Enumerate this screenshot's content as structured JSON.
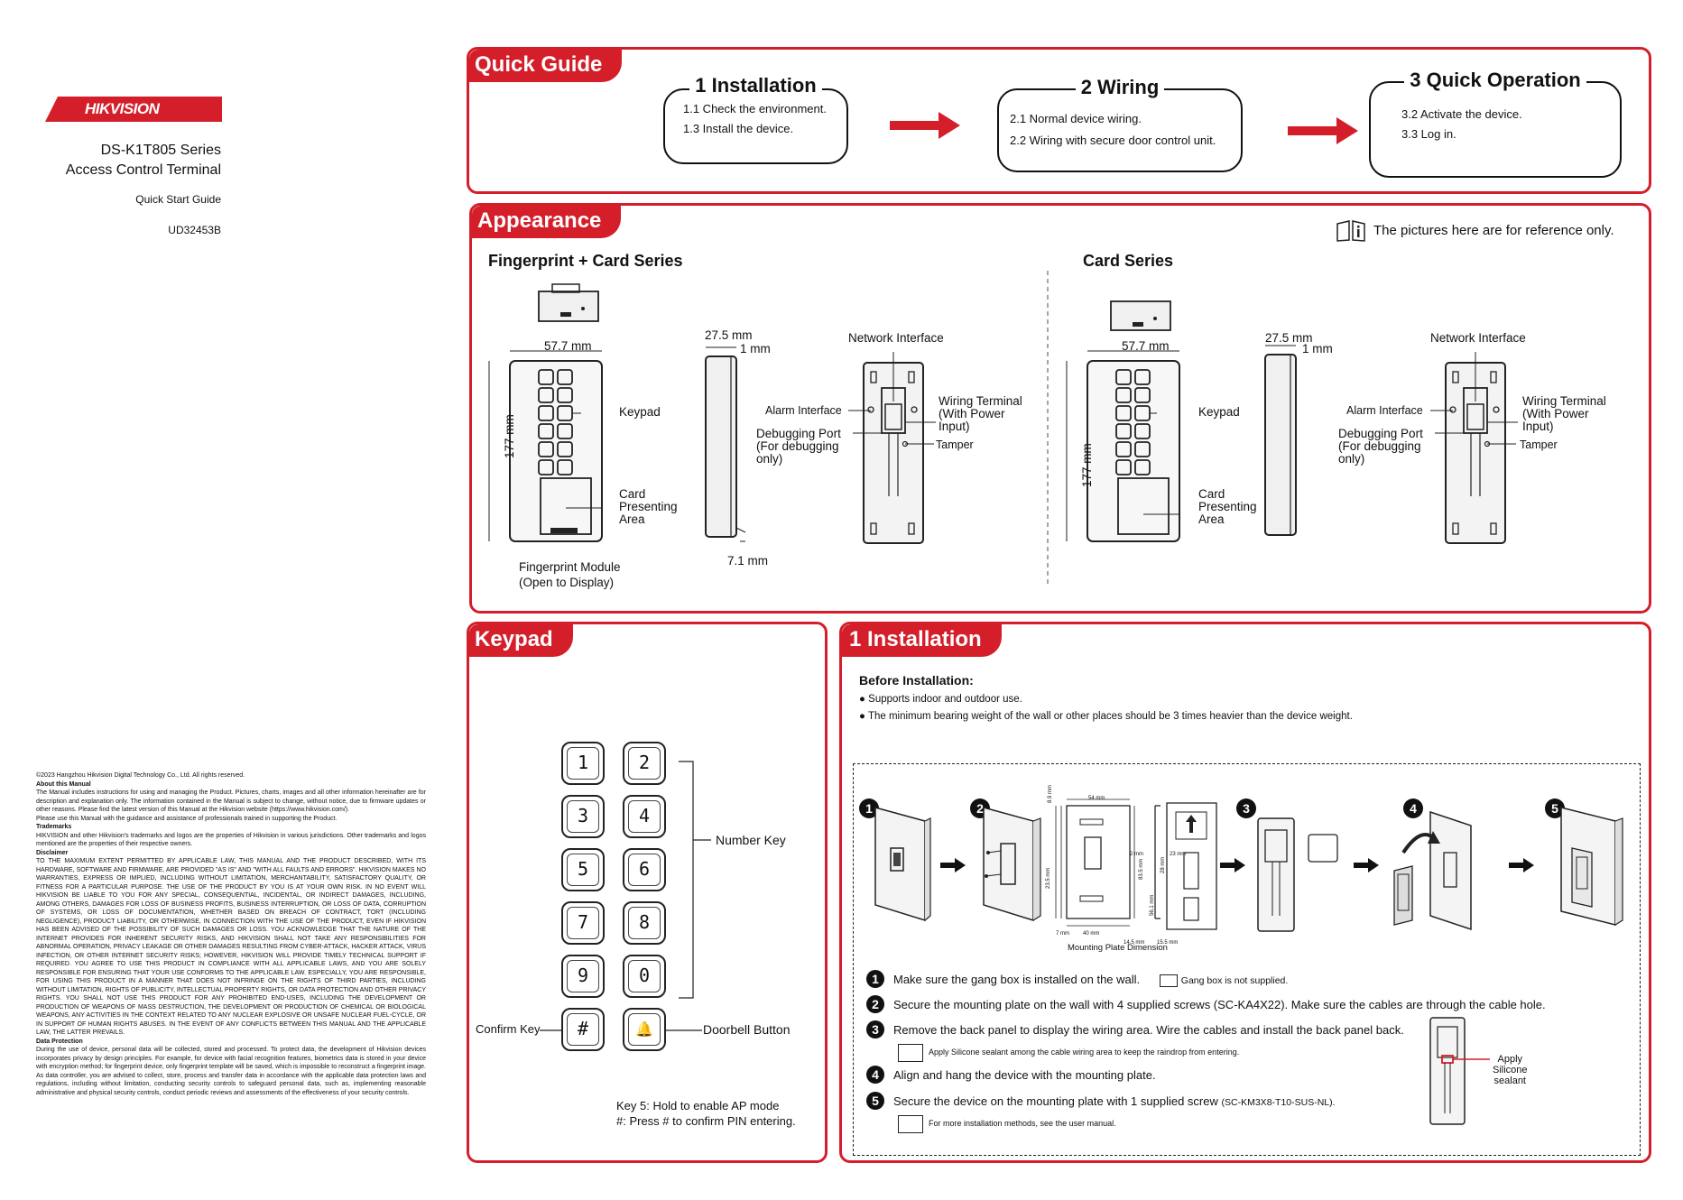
{
  "brand": {
    "logo": "HIKVISION",
    "series": "DS-K1T805 Series",
    "product": "Access Control Terminal",
    "guide": "Quick Start Guide",
    "doc_id": "UD32453B"
  },
  "legal": {
    "copyright": "©2023 Hangzhou Hikvision Digital Technology Co., Ltd. All rights reserved.",
    "about_title": "About this Manual",
    "about_text": "The Manual includes instructions for using and managing the Product. Pictures, charts, images and all other information hereinafter are for description and explanation only. The information contained in the Manual is subject to change, without notice, due to firmware updates or other reasons. Please find the latest version of this Manual at the Hikvision website (https://www.hikvision.com/).",
    "about_text2": "Please use this Manual with the guidance and assistance of professionals trained in supporting the Product.",
    "trademarks_title": "Trademarks",
    "trademarks_text": "HIKVISION and other Hikvision's trademarks and logos are the properties of Hikvision in various jurisdictions. Other trademarks and logos mentioned are the properties of their respective owners.",
    "disclaimer_title": "Disclaimer",
    "disclaimer_text": "TO THE MAXIMUM EXTENT PERMITTED BY APPLICABLE LAW, THIS MANUAL AND THE PRODUCT DESCRIBED, WITH ITS HARDWARE, SOFTWARE AND FIRMWARE, ARE PROVIDED \"AS IS\" AND \"WITH ALL FAULTS AND ERRORS\". HIKVISION MAKES NO WARRANTIES, EXPRESS OR IMPLIED, INCLUDING WITHOUT LIMITATION, MERCHANTABILITY, SATISFACTORY QUALITY, OR FITNESS FOR A PARTICULAR PURPOSE. THE USE OF THE PRODUCT BY YOU IS AT YOUR OWN RISK. IN NO EVENT WILL HIKVISION BE LIABLE TO YOU FOR ANY SPECIAL, CONSEQUENTIAL, INCIDENTAL, OR INDIRECT DAMAGES, INCLUDING, AMONG OTHERS, DAMAGES FOR LOSS OF BUSINESS PROFITS, BUSINESS INTERRUPTION, OR LOSS OF DATA, CORRUPTION OF SYSTEMS, OR LOSS OF DOCUMENTATION, WHETHER BASED ON BREACH OF CONTRACT, TORT (INCLUDING NEGLIGENCE), PRODUCT LIABILITY, OR OTHERWISE, IN CONNECTION WITH THE USE OF THE PRODUCT, EVEN IF HIKVISION HAS BEEN ADVISED OF THE POSSIBILITY OF SUCH DAMAGES OR LOSS. YOU ACKNOWLEDGE THAT THE NATURE OF THE INTERNET PROVIDES FOR INHERENT SECURITY RISKS, AND HIKVISION SHALL NOT TAKE ANY RESPONSIBILITIES FOR ABNORMAL OPERATION, PRIVACY LEAKAGE OR OTHER DAMAGES RESULTING FROM CYBER-ATTACK, HACKER ATTACK, VIRUS INFECTION, OR OTHER INTERNET SECURITY RISKS; HOWEVER, HIKVISION WILL PROVIDE TIMELY TECHNICAL SUPPORT IF REQUIRED. YOU AGREE TO USE THIS PRODUCT IN COMPLIANCE WITH ALL APPLICABLE LAWS, AND YOU ARE SOLELY RESPONSIBLE FOR ENSURING THAT YOUR USE CONFORMS TO THE APPLICABLE LAW. ESPECIALLY, YOU ARE RESPONSIBLE, FOR USING THIS PRODUCT IN A MANNER THAT DOES NOT INFRINGE ON THE RIGHTS OF THIRD PARTIES, INCLUDING WITHOUT LIMITATION, RIGHTS OF PUBLICITY, INTELLECTUAL PROPERTY RIGHTS, OR DATA PROTECTION AND OTHER PRIVACY RIGHTS. YOU SHALL NOT USE THIS PRODUCT FOR ANY PROHIBITED END-USES, INCLUDING THE DEVELOPMENT OR PRODUCTION OF WEAPONS OF MASS DESTRUCTION, THE DEVELOPMENT OR PRODUCTION OF CHEMICAL OR BIOLOGICAL WEAPONS, ANY ACTIVITIES IN THE CONTEXT RELATED TO ANY NUCLEAR EXPLOSIVE OR UNSAFE NUCLEAR FUEL-CYCLE, OR IN SUPPORT OF HUMAN RIGHTS ABUSES. IN THE EVENT OF ANY CONFLICTS BETWEEN THIS MANUAL AND THE APPLICABLE LAW, THE LATTER PREVAILS.",
    "data_title": "Data Protection",
    "data_text": "During the use of device, personal data will be collected, stored and processed. To protect data, the development of Hikvision devices incorporates privacy by design principles. For example, for device with facial recognition features, biometrics data is stored in your device with encryption method; for fingerprint device, only fingerprint template will be saved, which is impossible to reconstruct a fingerprint image. As data controller, you are advised to collect, store, process and transfer data in accordance with the applicable data protection laws and regulations, including without limitation, conducting security controls to safeguard personal data, such as, implementing reasonable administrative and physical security controls, conduct periodic reviews and assessments of the effectiveness of your security controls."
  },
  "quick_guide": {
    "tab": "Quick Guide",
    "steps": [
      {
        "title": "1 Installation",
        "items": [
          "1.1 Check the environment.",
          "1.3 Install the device."
        ]
      },
      {
        "title": "2 Wiring",
        "items": [
          "2.1 Normal device wiring.",
          "2.2 Wiring with secure door control unit."
        ]
      },
      {
        "title": "3 Quick Operation",
        "items": [
          "3.2 Activate the device.",
          "3.3 Log in."
        ]
      }
    ]
  },
  "appearance": {
    "tab": "Appearance",
    "note": "The pictures here are for reference only.",
    "left": {
      "title": "Fingerprint + Card Series",
      "width": "57.7 mm",
      "height": "177 mm",
      "depth": "27.5 mm",
      "d1": "1 mm",
      "d2": "7.1 mm",
      "keypad": "Keypad",
      "card": "Card\nPresenting\nArea",
      "fp": "Fingerprint Module\n(Open to Display)",
      "net": "Network Interface",
      "alarm": "Alarm Interface",
      "debug": "Debugging Port\n(For debugging\nonly)",
      "wiring": "Wiring Terminal\n(With Power\nInput)",
      "tamper": "Tamper"
    },
    "right": {
      "title": "Card Series",
      "width": "57.7 mm",
      "height": "177 mm",
      "depth": "27.5 mm",
      "d1": "1 mm",
      "keypad": "Keypad",
      "card": "Card\nPresenting\nArea",
      "net": "Network Interface",
      "alarm": "Alarm Interface",
      "debug": "Debugging Port\n(For debugging\nonly)",
      "wiring": "Wiring Terminal\n(With Power\nInput)",
      "tamper": "Tamper"
    }
  },
  "keypad": {
    "tab": "Keypad",
    "keys": [
      "1",
      "2",
      "3",
      "4",
      "5",
      "6",
      "7",
      "8",
      "9",
      "0",
      "#",
      "🔔"
    ],
    "number_key": "Number Key",
    "confirm_key": "Confirm Key",
    "doorbell": "Doorbell Button",
    "note1": "Key 5: Hold to enable AP mode",
    "note2": "#: Press # to confirm PIN entering."
  },
  "installation": {
    "tab": "1 Installation",
    "before": "Before Installation:",
    "bullets": [
      "Supports indoor and outdoor use.",
      "The minimum bearing weight of the wall or other places should be 3 times heavier than the device weight."
    ],
    "plate_caption": "Mounting Plate Dimension",
    "dims": {
      "a": "54 mm",
      "b": "8.9 mm",
      "c": "83.5 mm",
      "d": "2 mm",
      "e": "23 mm",
      "f": "40 mm",
      "g": "7 mm",
      "h": "14.5 mm",
      "i": "15.5 mm",
      "j": "56.1 mm",
      "k": "28 mm",
      "l": "23.5 mm"
    },
    "steps": [
      {
        "n": "1",
        "text": "Make sure the gang box is installed on the wall.",
        "note": "Gang box is not supplied."
      },
      {
        "n": "2",
        "text": "Secure the mounting plate on the wall with 4 supplied screws (SC-KA4X22). Make sure the cables are through the cable hole."
      },
      {
        "n": "3",
        "text": "Remove the back panel to display the wiring area. Wire the cables and install the back panel back.",
        "note": "Apply Silicone sealant among the cable wiring area to keep the raindrop from entering."
      },
      {
        "n": "4",
        "text": "Align and hang the device with the mounting plate."
      },
      {
        "n": "5",
        "text": "Secure the device on the mounting plate with 1 supplied screw",
        "small": "(SC-KM3X8-T10-SUS-NL).",
        "note": "For more installation methods, see the user manual."
      }
    ],
    "sealant": "Apply\nSilicone\nsealant",
    "step_nums": [
      "1",
      "2",
      "3",
      "4",
      "5"
    ]
  },
  "colors": {
    "accent": "#d41f2a"
  }
}
